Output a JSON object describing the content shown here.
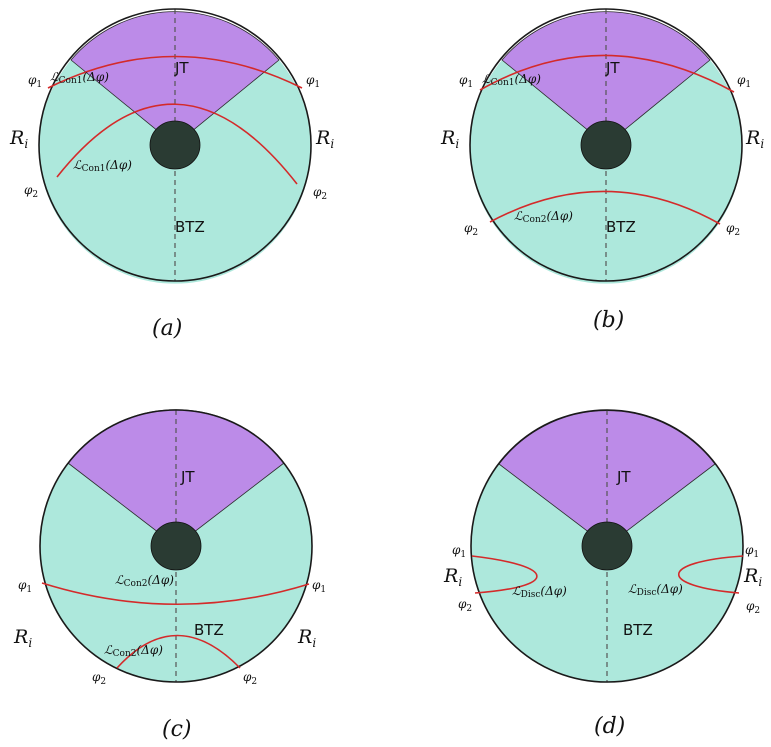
{
  "colors": {
    "btz": "#ade8dc",
    "jt": "#bc8be8",
    "horizon": "#2a3b33"
  },
  "labels": {
    "jt": "JT",
    "btz": "BTZ",
    "phi1": "φ",
    "phi1_sub": "1",
    "phi2": "φ",
    "phi2_sub": "2",
    "ri": "R",
    "ri_sub": "i",
    "con1": "ℒ",
    "con1_sub": "Con1",
    "con1_arg": "(Δφ)",
    "con2": "ℒ",
    "con2_sub": "Con2",
    "con2_arg": "(Δφ)",
    "disc": "ℒ",
    "disc_sub": "Disc",
    "disc_arg": "(Δφ)"
  },
  "panels": [
    {
      "id": "a",
      "caption": "(a)"
    },
    {
      "id": "b",
      "caption": "(b)"
    },
    {
      "id": "c",
      "caption": "(c)"
    },
    {
      "id": "d",
      "caption": "(d)"
    }
  ]
}
